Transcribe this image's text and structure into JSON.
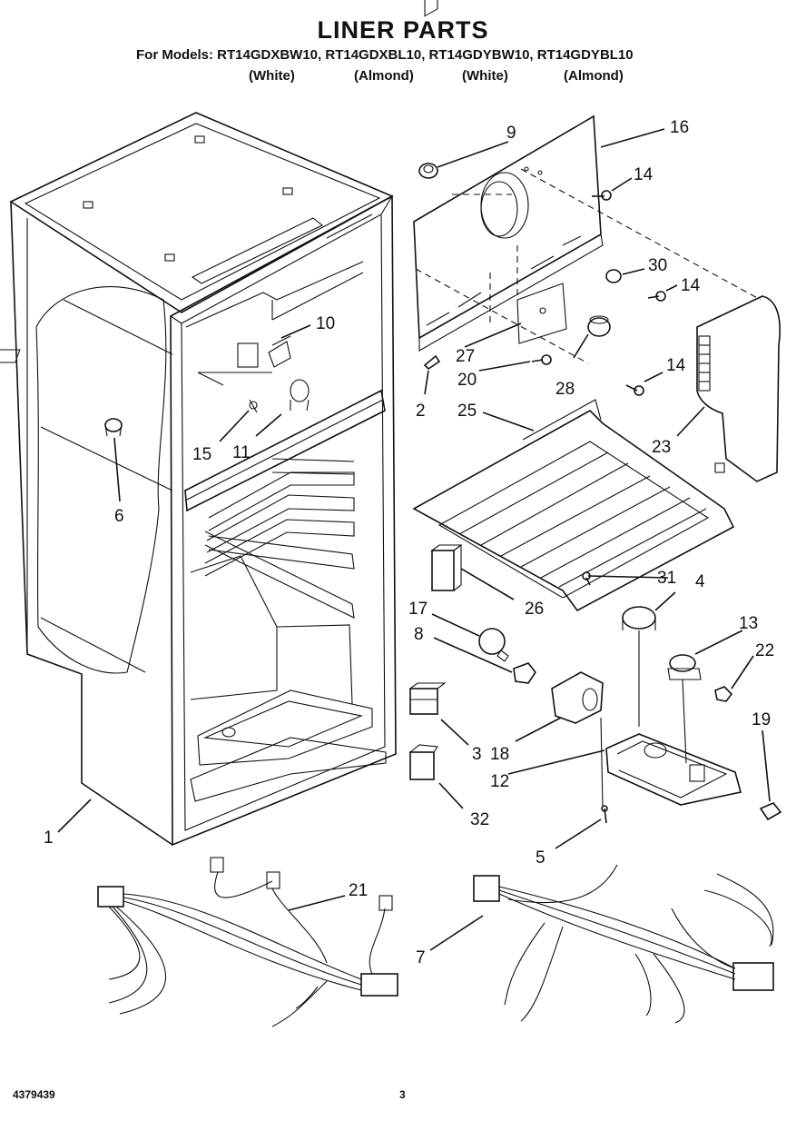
{
  "header": {
    "title": "LINER PARTS",
    "models": "For Models: RT14GDXBW10, RT14GDXBL10, RT14GDYBW10, RT14GDYBL10",
    "variants": [
      "(White)",
      "(Almond)",
      "(White)",
      "(Almond)"
    ]
  },
  "callouts": {
    "c1": "1",
    "c2": "2",
    "c3": "3",
    "c4": "4",
    "c5": "5",
    "c6": "6",
    "c7": "7",
    "c8": "8",
    "c9": "9",
    "c10": "10",
    "c11": "11",
    "c12": "12",
    "c13": "13",
    "c14a": "14",
    "c14b": "14",
    "c14c": "14",
    "c15": "15",
    "c16": "16",
    "c17": "17",
    "c18": "18",
    "c19": "19",
    "c20": "20",
    "c21": "21",
    "c22": "22",
    "c23": "23",
    "c25": "25",
    "c26": "26",
    "c27": "27",
    "c28": "28",
    "c30": "30",
    "c31": "31",
    "c32": "32"
  },
  "footer": {
    "doc_number": "4379439",
    "page_number": "3"
  }
}
